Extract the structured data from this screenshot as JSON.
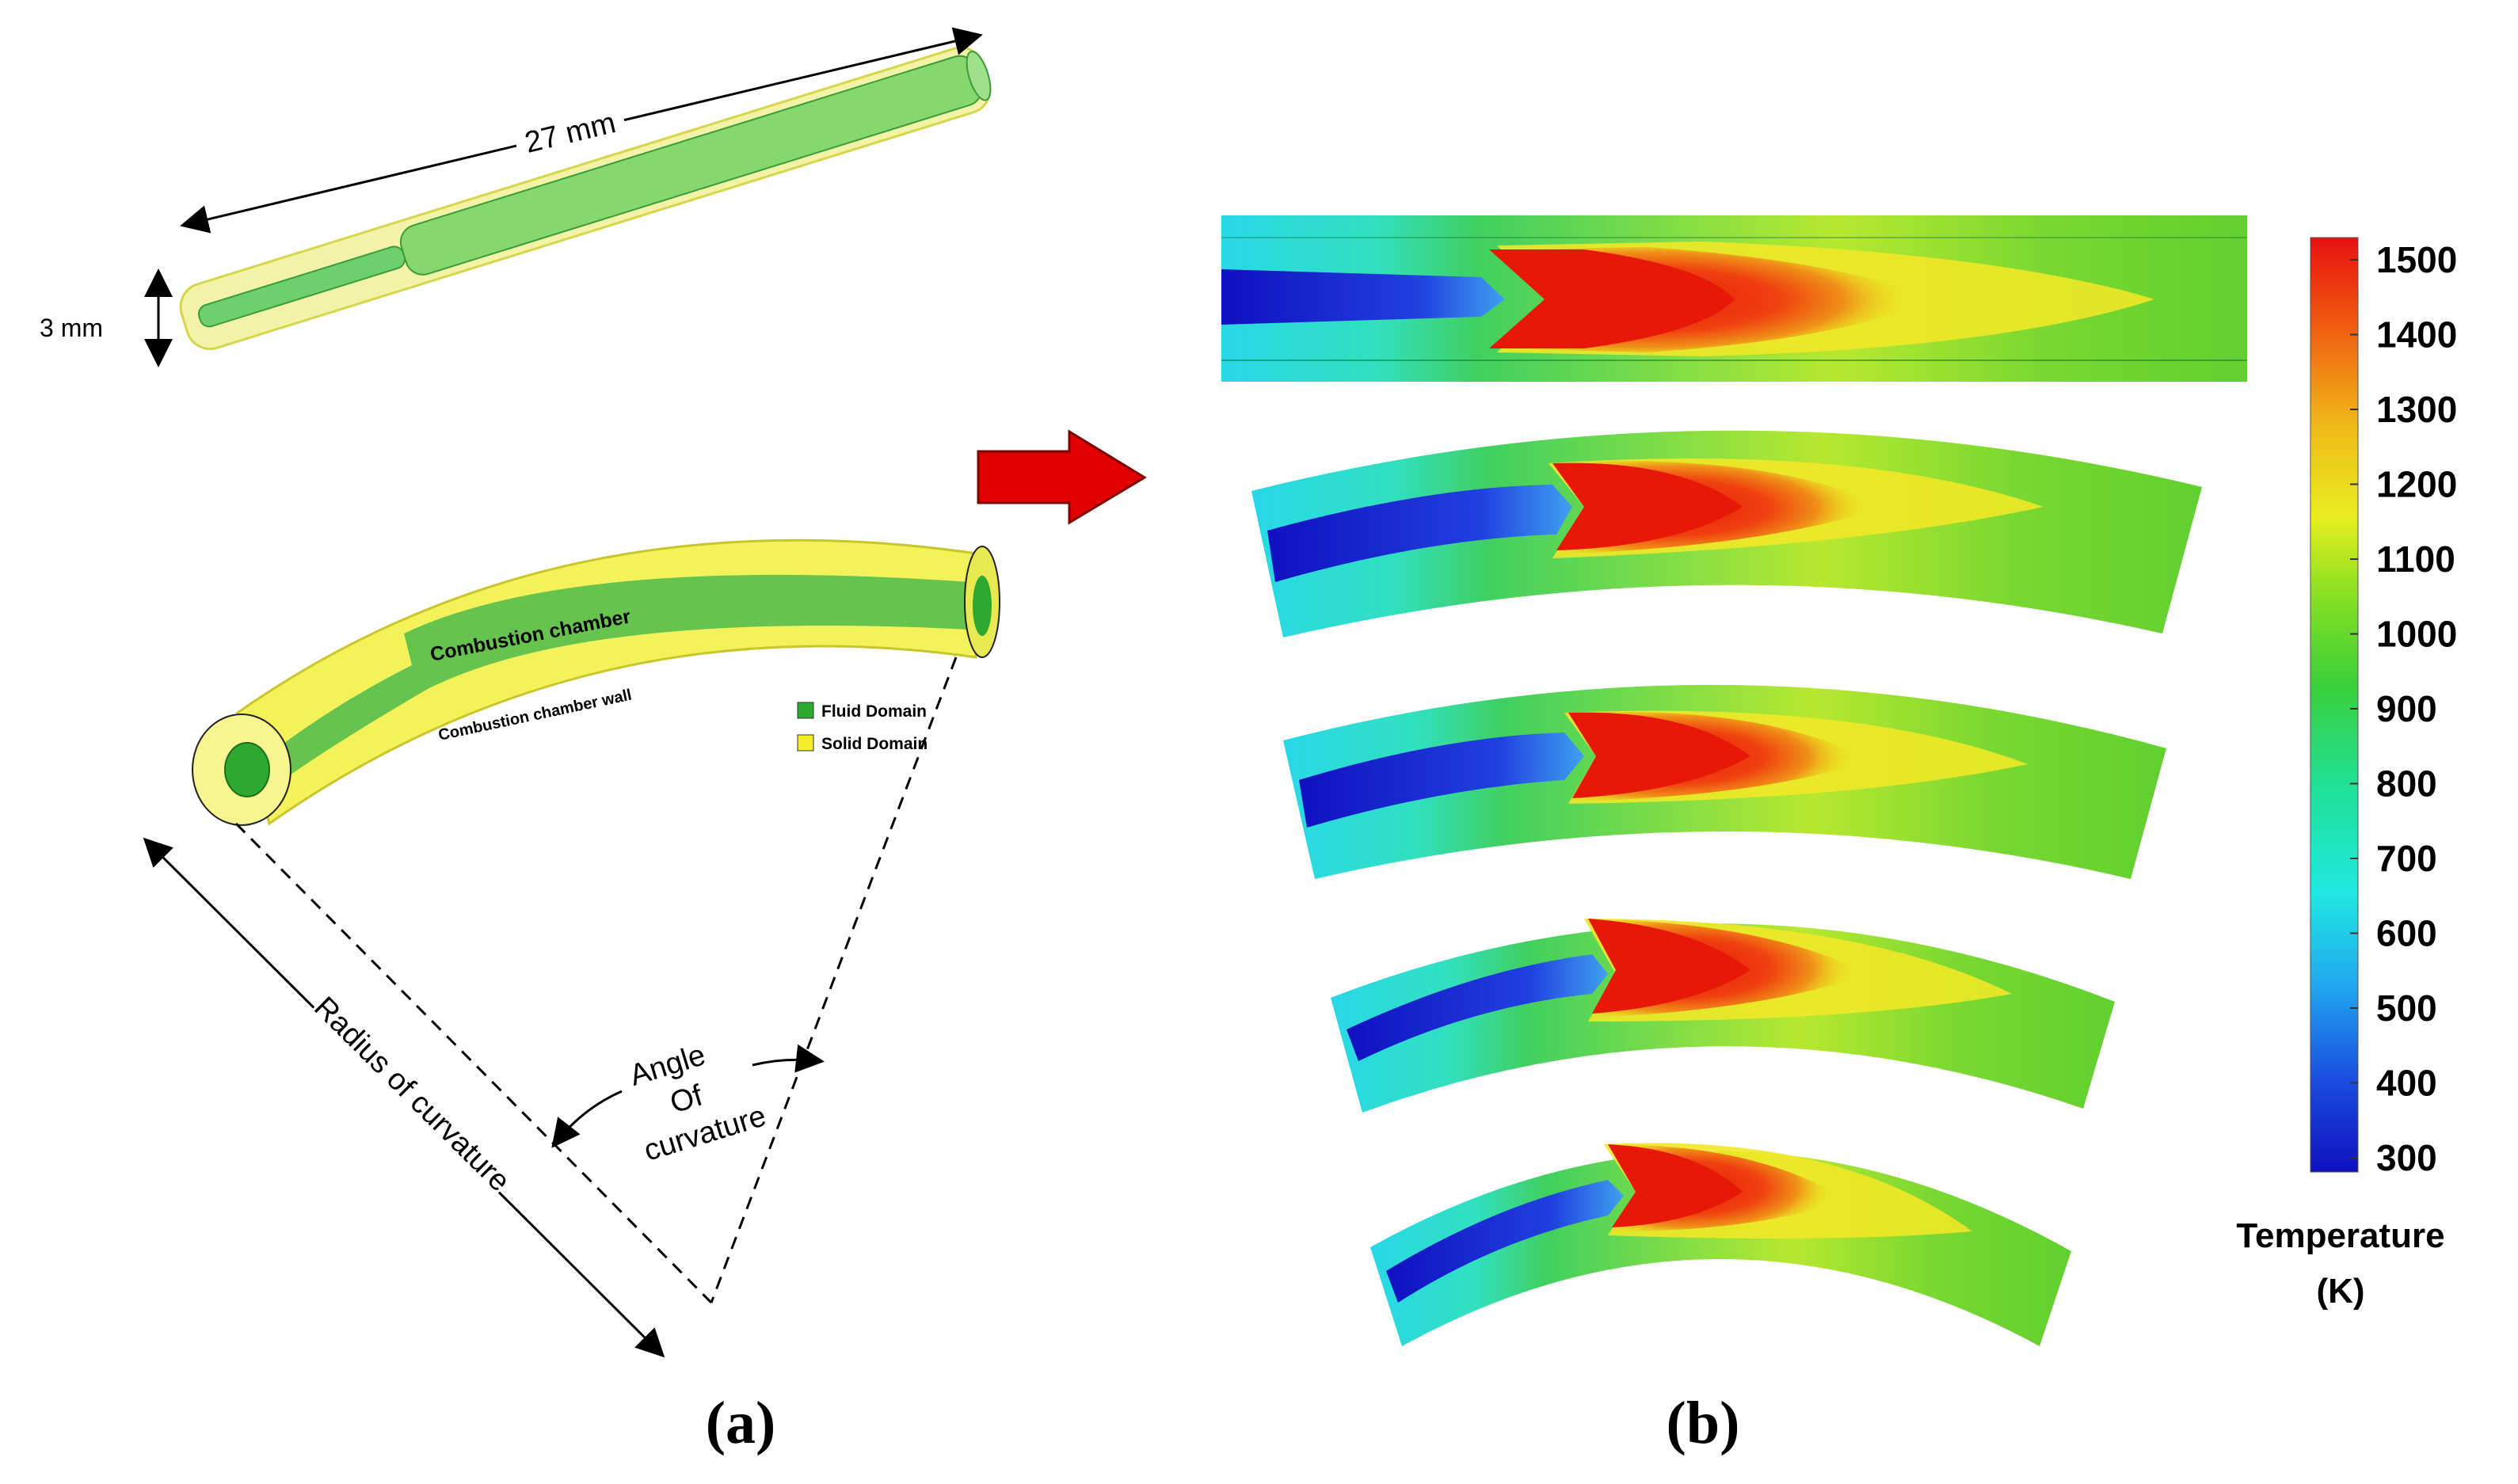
{
  "panel_a": {
    "length_label": "27 mm",
    "diameter_label": "3 mm",
    "chamber_label": "Combustion chamber",
    "wall_label": "Combustion chamber wall",
    "legend": [
      {
        "label": "Fluid Domain",
        "color": "#2ea82e"
      },
      {
        "label": "Solid Domain",
        "color": "#f2ef2a"
      }
    ],
    "radius_label": "Radius of curvature",
    "angle_label": [
      "Angle",
      "Of",
      "curvature"
    ],
    "caption_letter": "a"
  },
  "panel_b": {
    "caption_letter": "b",
    "colorbar": {
      "ticks": [
        "1500",
        "1400",
        "1300",
        "1200",
        "1100",
        "1000",
        "900",
        "800",
        "700",
        "600",
        "500",
        "400",
        "300"
      ],
      "title": [
        "Temperature",
        "(K)"
      ]
    }
  },
  "colors": {
    "fluid": "#2ea82e",
    "solid": "#f2ef2a",
    "arrow": "#e00000",
    "hot": "#e81e0e",
    "cold": "#1818c8"
  }
}
